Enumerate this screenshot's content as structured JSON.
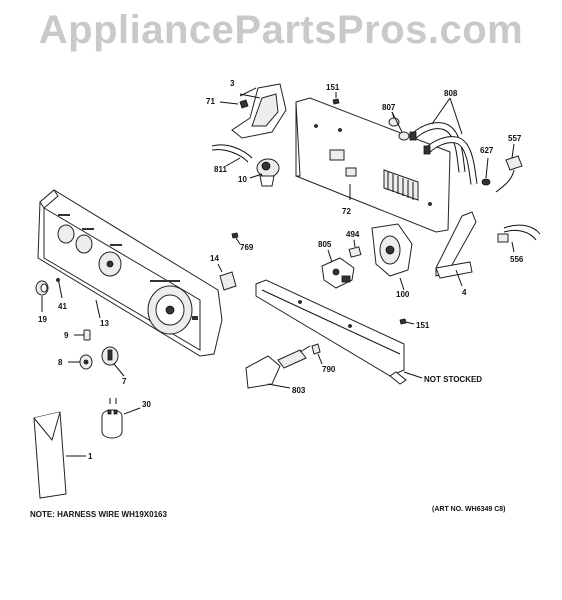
{
  "watermark": "AppliancePartsPros.com",
  "notes": {
    "harness": "NOTE: HARNESS WIRE WH19X0163",
    "art_no": "(ART NO. WH6349 C8)",
    "not_stocked": "NOT STOCKED"
  },
  "callouts": [
    "3",
    "71",
    "151",
    "807",
    "808",
    "557",
    "811",
    "10",
    "627",
    "72",
    "769",
    "494",
    "805",
    "556",
    "14",
    "4",
    "41",
    "19",
    "13",
    "100",
    "151",
    "9",
    "8",
    "7",
    "790",
    "803",
    "30",
    "1"
  ]
}
